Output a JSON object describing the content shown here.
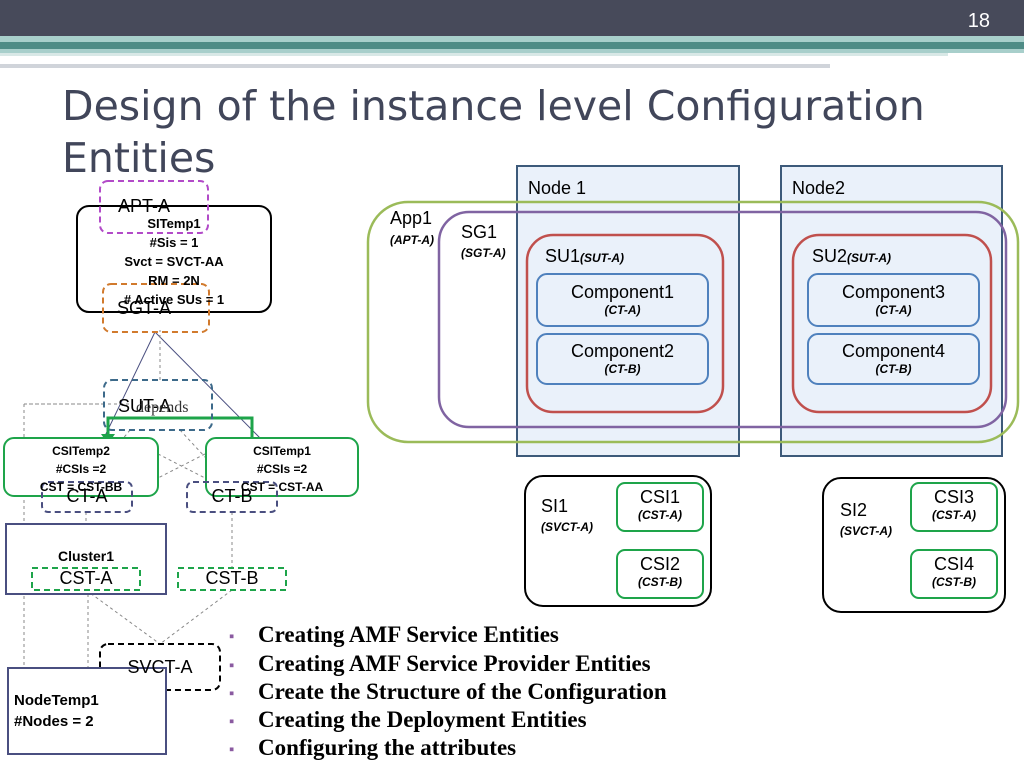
{
  "slide": {
    "number": "18",
    "title_line1": "Design of the instance level Configuration",
    "title_line2": "Entities"
  },
  "colors": {
    "topbar": "#474a5a",
    "stripe_teal": "#4e8c86",
    "stripe_light": "#a8cfcb",
    "title": "#41465a",
    "node_fill": "#eaf1fa",
    "node_border": "#3d5a7a",
    "app_border": "#9bbb59",
    "sg_border": "#8064a2",
    "su_border": "#c0504d",
    "component_border": "#4f81bd",
    "green": "#1ea44a",
    "purple_dash": "#b24ac8",
    "orange_dash": "#d17a2d",
    "teal_dash": "#3d6a8a",
    "bullet": "#8a5aa0"
  },
  "left_diagram": {
    "apt": "APT-A",
    "si_temp": [
      "SITemp1",
      "#Sis = 1",
      "Svct = SVCT-AA",
      "RM = 2N",
      "# Active SUs = 1"
    ],
    "sgt": "SGT-A",
    "sut": "SUT-A",
    "depends": "depends",
    "csi_temp2": [
      "CSITemp2",
      "#CSIs =2",
      "CST = CST-BB"
    ],
    "csi_temp1": [
      "CSITemp1",
      "#CSIs =2",
      "CST = CST-AA"
    ],
    "ct_a": "CT-A",
    "ct_b": "CT-B",
    "cluster": "Cluster1",
    "cst_a": "CST-A",
    "cst_b": "CST-B",
    "svct": "SVCT-A",
    "node_temp": [
      "NodeTemp1",
      "#Nodes = 2"
    ]
  },
  "right_diagram": {
    "node1": "Node 1",
    "node2": "Node2",
    "app": "App1",
    "app_type": "APT-A",
    "sg": "SG1",
    "sg_type": "SGT-A",
    "su1": "SU1",
    "su1_type": "SUT-A",
    "su2": "SU2",
    "su2_type": "SUT-A",
    "components": [
      {
        "name": "Component1",
        "type": "(CT-A)"
      },
      {
        "name": "Component2",
        "type": "(CT-B)"
      },
      {
        "name": "Component3",
        "type": "(CT-A)"
      },
      {
        "name": "Component4",
        "type": "(CT-B)"
      }
    ],
    "si1": {
      "name": "SI1",
      "type": "(SVCT-A)"
    },
    "si2": {
      "name": "SI2",
      "type": "(SVCT-A)"
    },
    "csis": [
      {
        "name": "CSI1",
        "type": "(CST-A)"
      },
      {
        "name": "CSI2",
        "type": "(CST-B)"
      },
      {
        "name": "CSI3",
        "type": "(CST-A)"
      },
      {
        "name": "CSI4",
        "type": "(CST-B)"
      }
    ]
  },
  "bullets": [
    "Creating AMF Service Entities",
    "Creating AMF Service Provider Entities",
    "Create the Structure of the Configuration",
    "Creating the Deployment Entities",
    "Configuring the attributes"
  ]
}
